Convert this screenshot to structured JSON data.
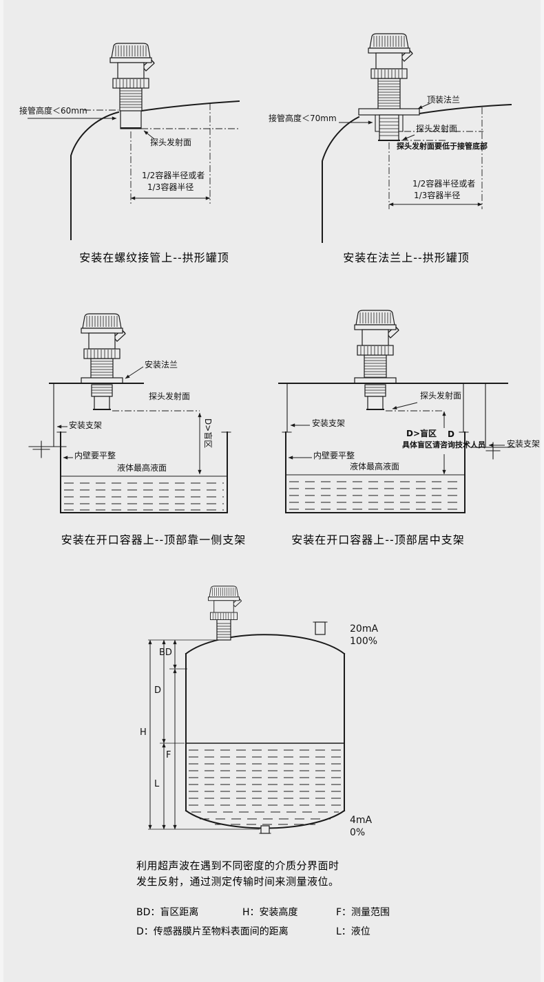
{
  "page": {
    "background": "#ececec",
    "ink": "#1a1a1a"
  },
  "diagrams": {
    "d1": {
      "caption": "安装在螺纹接管上--拱形罐顶",
      "pipe_height_label": "接管高度＜60mm",
      "probe_face_label": "探头发射面",
      "radius_line1": "1/2容器半径或者",
      "radius_line2": "1/3容器半径"
    },
    "d2": {
      "caption": "安装在法兰上--拱形罐顶",
      "top_flange_label": "顶装法兰",
      "pipe_height_label": "接管高度＜70mm",
      "probe_face_label": "探头发射面",
      "probe_below_note": "探头发射面要低于接管底部",
      "radius_line1": "1/2容器半径或者",
      "radius_line2": "1/3容器半径"
    },
    "d3": {
      "caption": "安装在开口容器上--顶部靠一侧支架",
      "mount_flange_label": "安装法兰",
      "probe_face_label": "探头发射面",
      "bracket_label": "安装支架",
      "wall_label": "内壁要平整",
      "max_level_label": "液体最高液面",
      "blind_zone_label": "D>盲区"
    },
    "d4": {
      "caption": "安装在开口容器上--顶部居中支架",
      "probe_face_label": "探头发射面",
      "bracket_left_label": "安装支架",
      "bracket_right_label": "安装支架",
      "wall_label": "内壁要平整",
      "max_level_label": "液体最高液面",
      "blind_zone_label": "D>盲区",
      "dim_label": "D",
      "consult_note": "具体盲区请咨询技术人员"
    },
    "d5": {
      "output_max": "20mA",
      "percent_max": "100%",
      "output_min": "4mA",
      "percent_min": "0%",
      "dim_bd": "BD",
      "dim_d": "D",
      "dim_h": "H",
      "dim_f": "F",
      "dim_l": "L"
    }
  },
  "description": {
    "line1": "利用超声波在遇到不同密度的介质分界面时",
    "line2": "发生反射，通过测定传输时间来测量液位。"
  },
  "legend": {
    "bd": "BD：盲区距离",
    "h": "H：安装高度",
    "f": "F：测量范围",
    "d": "D：传感器膜片至物料表面间的距离",
    "l": "L：液位"
  }
}
